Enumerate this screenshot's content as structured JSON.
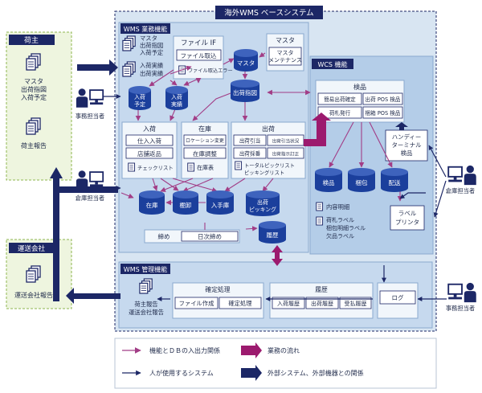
{
  "colors": {
    "navy": "#1c2766",
    "cyl_blue": "#1b3f9c",
    "magenta": "#9c1a6e",
    "arrow_pink": "#a23d86",
    "system_bg": "#d8e5f2",
    "wms_panel": "#c6d9ee",
    "wcs_panel": "#b4cde8",
    "section_bg": "#f1f6fb",
    "green_bg": "#eef5df",
    "green_border": "#8fb64f"
  },
  "system": {
    "title": "海外WMS ベースシステム"
  },
  "left": {
    "shipper": {
      "title": "荷主",
      "doc1": [
        "マスタ",
        "出荷指図",
        "入荷予定"
      ],
      "doc2": "荷主報告"
    },
    "transport": {
      "title": "運送会社",
      "doc": "運送会社報告"
    }
  },
  "people": {
    "office_left": "事務担当者",
    "warehouse_left": "倉庫担当者",
    "warehouse_right": "倉庫担当者",
    "office_right": "事務担当者"
  },
  "wms_ops": {
    "title": "WMS 業務機能",
    "doc_master": [
      "マスタ",
      "出荷指図",
      "入荷予定"
    ],
    "doc_results": [
      "入荷実績",
      "出荷実績"
    ],
    "file_if": {
      "title": "ファイル IF",
      "item": "ファイル取込",
      "error": "ファイル取込エラー"
    },
    "master": {
      "title": "マスタ",
      "item": [
        "マスタ",
        "メンテナンス"
      ]
    },
    "db": {
      "master": "マスタ",
      "shipping_order": "出荷指図",
      "arrival_plan": [
        "入荷",
        "予定"
      ],
      "arrival_result": [
        "入荷",
        "実績"
      ],
      "stock": "在庫",
      "shelf": "棚卸",
      "in_out": "入手庫",
      "ship_picking": [
        "出荷",
        "ピッキング"
      ],
      "history": "履歴"
    },
    "arrival": {
      "title": "入荷",
      "items": [
        "仕入入荷",
        "店舗返品"
      ],
      "doc": "チェックリスト"
    },
    "stock_sec": {
      "title": "在庫",
      "items": [
        "ロケーション変更",
        "在庫調整"
      ],
      "doc": "在庫表"
    },
    "shipping": {
      "title": "出荷",
      "items": [
        "出荷引当",
        "出荷引当状況",
        "出荷採番",
        "出荷指示訂正"
      ],
      "doc": [
        "トータルピックリスト",
        "ピッキングリスト"
      ]
    },
    "closing": {
      "monthly": "締め",
      "daily": "日次締め"
    }
  },
  "wcs": {
    "title": "WCS 機能",
    "inspection": {
      "title": "検品",
      "items": [
        "簡易出荷確定",
        "出荷 POS 検品",
        "荷札発行",
        "梱箱 POS 検品"
      ]
    },
    "handy": [
      "ハンディー",
      "ターミナル",
      "検品"
    ],
    "db": {
      "inspection": "検品",
      "packing": "梱包",
      "delivery": "配送"
    },
    "docs": {
      "content": "内容明細",
      "labels": [
        "荷札ラベル",
        "梱包明細ラベル",
        "欠品ラベル"
      ]
    },
    "printer": [
      "ラベル",
      "プリンタ"
    ]
  },
  "wms_mgmt": {
    "title": "WMS 管理機能",
    "report": [
      "荷主報告",
      "運送会社報告"
    ],
    "confirm": {
      "title": "確定処理",
      "items": [
        "ファイル作成",
        "確定処理"
      ]
    },
    "history": {
      "title": "履歴",
      "items": [
        "入荷履歴",
        "出荷履歴",
        "受払履歴"
      ]
    },
    "log": "ログ"
  },
  "legend": {
    "func_db": "機能とＤＢの入出力関係",
    "business_flow": "業務の流れ",
    "person": "人が使用するシステム",
    "external": "外部システム、外部機器との関係"
  }
}
